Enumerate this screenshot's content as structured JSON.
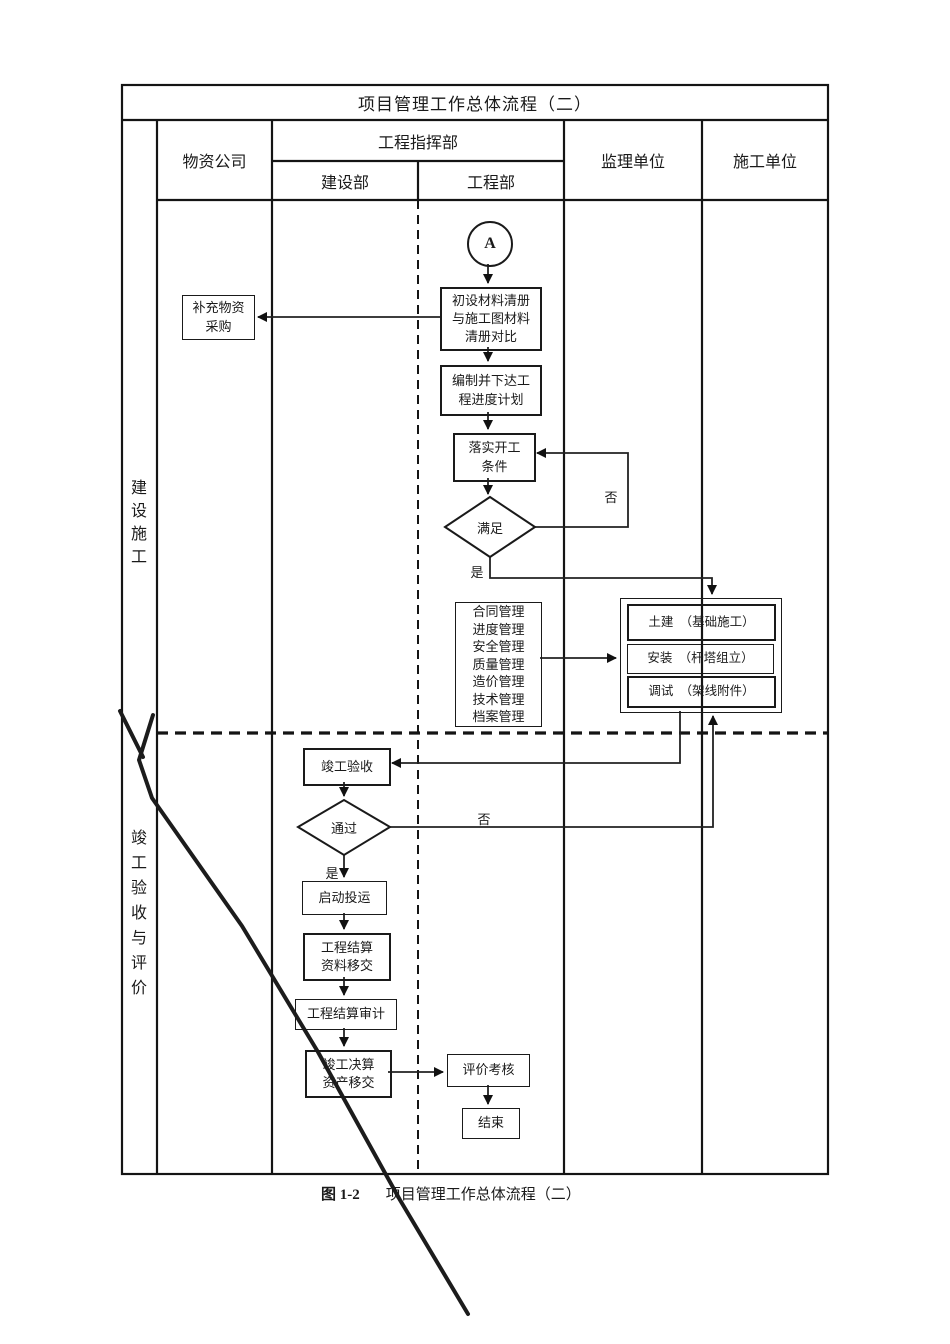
{
  "title": "项目管理工作总体流程（二）",
  "header": {
    "col_materials": "物资公司",
    "col_command": "工程指挥部",
    "col_construction_dept": "建设部",
    "col_engineering_dept": "工程部",
    "col_supervision": "监理单位",
    "col_contractor": "施工单位"
  },
  "rows": {
    "row1": "建设施工",
    "row2": "竣工验收与评价"
  },
  "nodes": {
    "connector_a": "A",
    "supplement": "补充物资\n采购",
    "compare": "初设材料清册\n与施工图材料\n清册对比",
    "plan": "编制并下达工\n程进度计划",
    "conditions": "落实开工\n条件",
    "satisfied": "满足",
    "mgmt": "合同管理\n进度管理\n安全管理\n质量管理\n造价管理\n技术管理\n档案管理",
    "civil": "土建　（基础施工）",
    "install": "安装　（杆塔组立）",
    "debug": "调试　（架线附件）",
    "acceptance": "竣工验收",
    "pass": "通过",
    "startup": "启动投运",
    "settlement_docs": "工程结算\n资料移交",
    "settlement_audit": "工程结算审计",
    "final_accounts": "竣工决算\n资产移交",
    "evaluation": "评价考核",
    "end": "结束"
  },
  "labels": {
    "no_satisfied": "否",
    "yes_satisfied": "是",
    "no_pass": "否",
    "yes_pass": "是"
  },
  "caption": {
    "figure_no": "图 1-2",
    "text": "项目管理工作总体流程（二）"
  },
  "colors": {
    "line": "#1a1a1a",
    "background": "#ffffff"
  }
}
